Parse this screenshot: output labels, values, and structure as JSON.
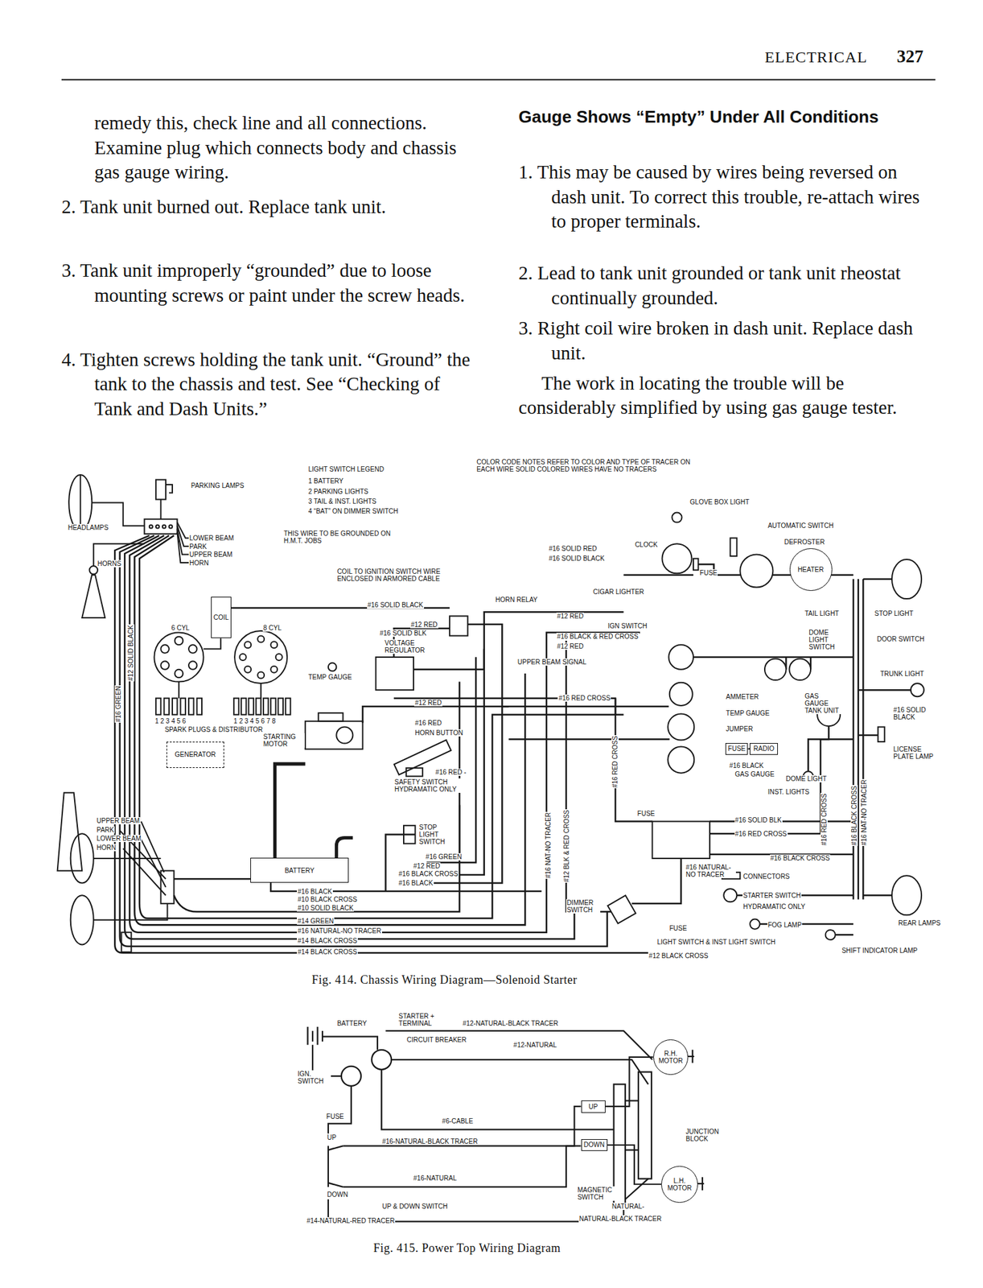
{
  "diagram": {
    "caption": "Fig. 414. Chassis Wiring Diagram—Solenoid Starter",
    "nodes": [
      {
        "text": [
          "COIL"
        ]
      },
      {
        "text": [
          "GENERATOR"
        ]
      },
      {
        "text": [
          "BATTERY"
        ]
      },
      {
        "text": [
          "HEATER"
        ]
      },
      {
        "text": [
          "FUSE"
        ]
      },
      {
        "text": [
          "RADIO"
        ]
      },
      {
        "text": [
          "UP"
        ]
      },
      {
        "text": [
          "DOWN"
        ]
      },
      {
        "text": [
          "R.H. MOTOR"
        ]
      },
      {
        "text": [
          "L.H. MOTOR"
        ]
      }
    ],
    "edges": [
      {
        "from": 4,
        "to": 5,
        "arrow": "none"
      },
      {
        "from": 6,
        "to": 8,
        "arrow": "none"
      },
      {
        "from": 7,
        "to": 9,
        "arrow": "none"
      }
    ],
    "labels": [
      "ELECTRICAL",
      "327",
      "remedy this, check line and all connections. Examine plug which connects body and chassis gas gauge wiring.",
      "2. Tank unit burned out. Replace tank unit.",
      "3. Tank unit improperly “grounded” due to loose mounting screws or paint under the screw heads.",
      "4. Tighten screws holding the tank unit. “Ground” the tank to the chassis and test. See “Checking of Tank and Dash Units.”",
      "Gauge Shows “Empty” Under All Conditions",
      "1. This may be caused by wires being reversed on dash unit. To correct this trouble, re-attach wires to proper terminals.",
      "2. Lead to tank unit grounded or tank unit rheostat continually grounded.",
      "3. Right coil wire broken in dash unit. Replace dash unit.",
      "The work in locating the trouble will be considerably simplified by using gas gauge tester.",
      "PARKING LAMPS",
      "HEADLAMPS",
      "HORNS",
      "LIGHT SWITCH LEGEND",
      "1 BATTERY",
      "2 PARKING LIGHTS",
      "3 TAIL & INST. LIGHTS",
      "4 “BAT” ON DIMMER SWITCH",
      "COLOR CODE NOTES REFER TO COLOR AND TYPE OF TRACER ON EACH WIRE SOLID COLORED WIRES HAVE NO TRACERS",
      "LOWER BEAM",
      "PARK",
      "UPPER BEAM",
      "HORN",
      "THIS WIRE TO BE GROUNDED ON H.M.T. JOBS",
      "COIL TO IGNITION SWITCH WIRE ENCLOSED IN ARMORED CABLE",
      "#16 SOLID BLACK",
      "HORN RELAY",
      "#12 RED",
      "#16 SOLID BLK",
      "VOLTAGE REGULATOR",
      "TEMP GAUGE",
      "6 CYL",
      "8 CYL",
      "1 2 3 4 5 6",
      "1 2 3 4 5 6 7 8",
      "SPARK PLUGS & DISTRIBUTOR",
      "#16 GREEN",
      "#12 SOLID BLACK",
      "STARTING MOTOR",
      "#12 RED",
      "#16 RED",
      "HORN BUTTON",
      "#16 RED -",
      "SAFETY SWITCH HYDRAMATIC ONLY",
      "STOP LIGHT SWITCH",
      "#16 GREEN",
      "#12 RED",
      "#16 BLACK CROSS",
      "#16 BLACK",
      "#16 BLACK",
      "#10 BLACK CROSS",
      "#10 SOLID BLACK",
      "#14 GREEN",
      "#16 NATURAL-NO TRACER",
      "#14 BLACK CROSS",
      "#14 BLACK CROSS",
      "UPPER BEAM",
      "PARK",
      "LOWER BEAM",
      "HORN",
      "#16 SOLID RED",
      "#16 SOLID BLACK",
      "CLOCK",
      "GLOVE BOX LIGHT",
      "AUTOMATIC SWITCH",
      "DEFROSTER",
      "FUSE",
      "CIGAR LIGHTER",
      "#12 RED",
      "IGN SWITCH",
      "#16 BLACK & RED CROSS",
      "#12 RED",
      "UPPER BEAM SIGNAL",
      "#16 RED CROSS",
      "TAIL LIGHT",
      "STOP LIGHT",
      "DOME LIGHT SWITCH",
      "DOOR SWITCH",
      "TRUNK LIGHT",
      "#16 SOLID BLACK",
      "LICENSE PLATE LAMP",
      "REAR LAMPS",
      "AMMETER",
      "TEMP GAUGE",
      "JUMPER",
      "GAS GAUGE TANK UNIT",
      "#16 BLACK",
      "GAS GAUGE",
      "DOME LIGHT",
      "INST. LIGHTS",
      "FUSE",
      "#16 SOLID BLK",
      "#16 RED CROSS",
      "#16 BLACK CROSS",
      "#16 NATURAL- NO TRACER",
      "CONNECTORS",
      "STARTER SWITCH",
      "HYDRAMATIC ONLY",
      "FOG LAMP",
      "FUSE",
      "DIMMER SWITCH",
      "LIGHT SWITCH & INST LIGHT SWITCH",
      "SHIFT INDICATOR LAMP",
      "#12 BLACK CROSS",
      "#16 NAT-NO TRACER",
      "#12 BLK & RED CROSS",
      "#16 RED CROSS",
      "#16 RED CROSS",
      "#16 BLACK CROSS",
      "#16 NAT-NO TRACER",
      "BATTERY",
      "STARTER + TERMINAL",
      "#12-NATURAL-BLACK TRACER",
      "CIRCUIT BREAKER",
      "#12-NATURAL",
      "IGN. SWITCH",
      "FUSE",
      "#6-CABLE",
      "UP",
      "#16-NATURAL-BLACK TRACER",
      "JUNCTION BLOCK",
      "#16-NATURAL",
      "DOWN",
      "UP & DOWN SWITCH",
      "MAGNETIC SWITCH",
      "NATURAL-",
      "NATURAL-BLACK TRACER",
      "#14-NATURAL-RED TRACER",
      "Fig. 415. Power Top Wiring Diagram"
    ]
  }
}
